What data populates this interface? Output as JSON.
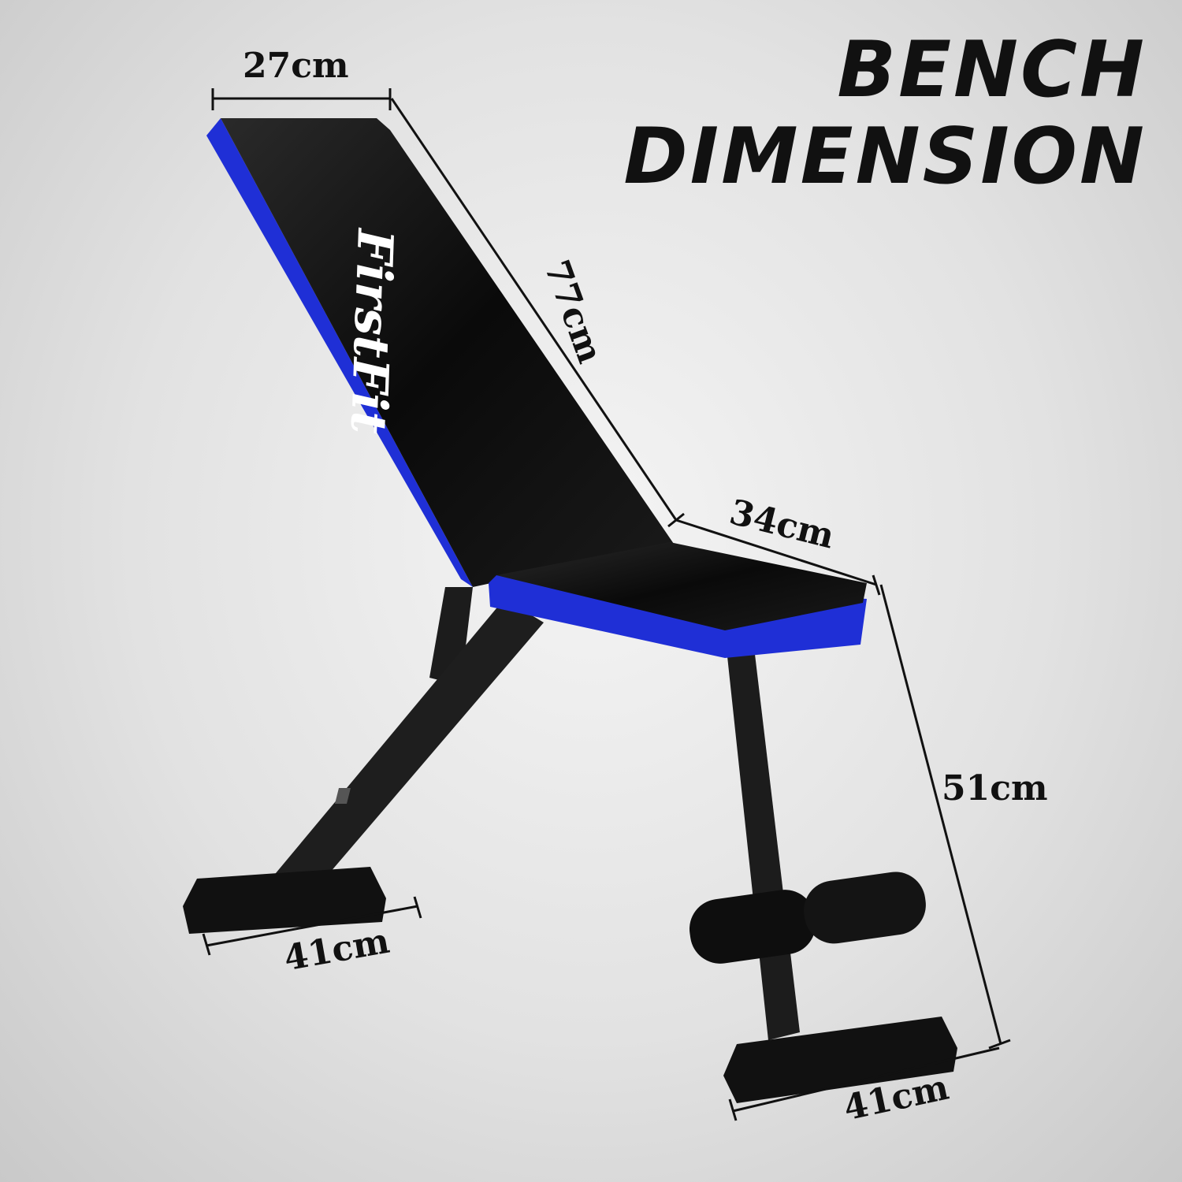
{
  "title": {
    "line1": "BENCH",
    "line2": "DIMENSION"
  },
  "brand_logo": "FirstFit",
  "dimensions": {
    "backrest_width": "27cm",
    "backrest_length": "77cm",
    "seat_length": "34cm",
    "height": "51cm",
    "rear_foot_width": "41cm",
    "front_foot_width": "41cm"
  },
  "colors": {
    "accent_blue": "#1f2fd6",
    "pad_black": "#0d0d0d",
    "frame": "#1c1c1c"
  }
}
